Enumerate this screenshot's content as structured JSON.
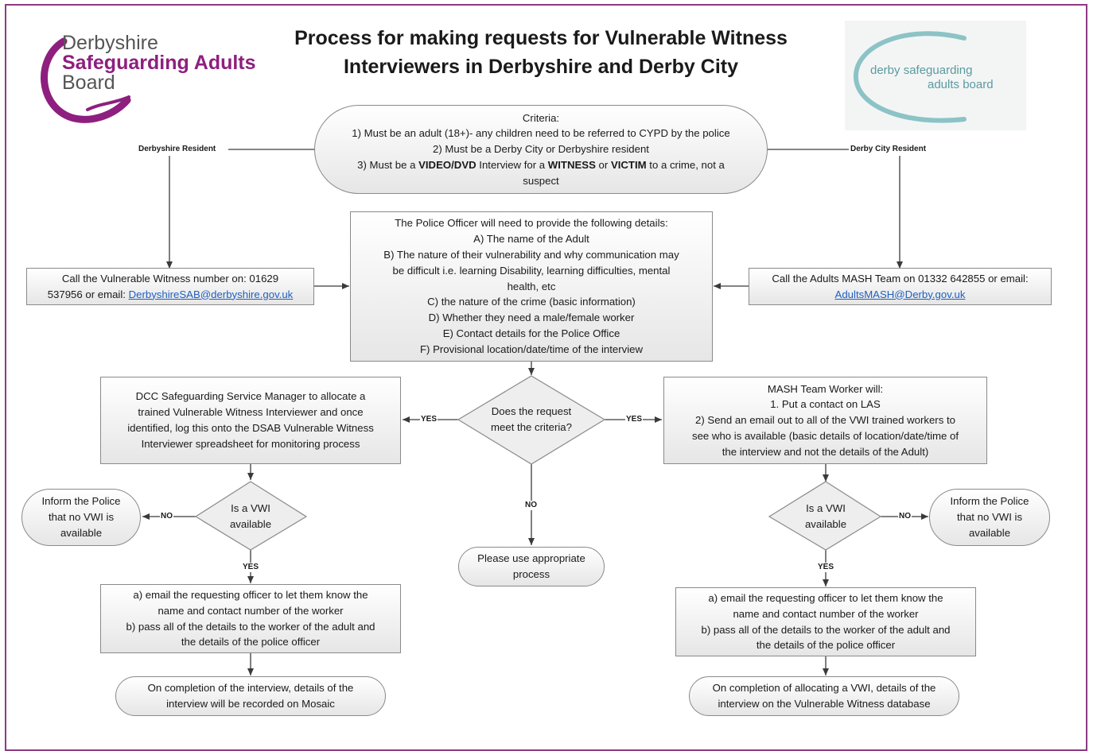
{
  "title": {
    "line1": "Process for making requests for Vulnerable Witness",
    "line2": "Interviewers in Derbyshire and Derby City"
  },
  "logos": {
    "left": {
      "line1": "Derbyshire",
      "line2": "Safeguarding Adults",
      "line3": "Board"
    },
    "right": {
      "line1": "derby safeguarding",
      "line2": "adults board"
    }
  },
  "colors": {
    "frame": "#8e3a82",
    "brand_purple": "#8e1f7f",
    "derby_teal": "#5a9aa0",
    "link": "#1f5fbf"
  },
  "criteria": {
    "lines": [
      "Criteria:",
      "1) Must be an adult (18+)- any children need to be referred to CYPD by the police",
      "2) Must be a Derby City or Derbyshire resident"
    ],
    "line3_pre": "3) Must be a ",
    "line3_b1": "VIDEO/DVD",
    "line3_mid1": " Interview for a ",
    "line3_b2": "WITNESS",
    "line3_mid2": " or ",
    "line3_b3": "VICTIM",
    "line3_post": " to a crime, not a",
    "line4": "suspect"
  },
  "labels": {
    "derbyshire_resident": "Derbyshire Resident",
    "derby_city_resident": "Derby City Resident",
    "yes": "YES",
    "no": "NO"
  },
  "left_call": {
    "line1": "Call the Vulnerable Witness number on: 01629",
    "line2_pre": "537956 or email: ",
    "email": "DerbyshireSAB@derbyshire.gov.uk"
  },
  "right_call": {
    "line1": "Call the Adults MASH Team on 01332 642855 or email:",
    "email": "AdultsMASH@Derby.gov.uk"
  },
  "police_details": {
    "lines": [
      "The Police Officer will need to provide the following details:",
      "A) The name of the Adult",
      "B) The nature of their vulnerability and why communication may",
      "be difficult i.e. learning Disability, learning difficulties, mental",
      "health, etc",
      "C) the nature of the crime (basic information)",
      "D) Whether they need a male/female worker",
      "E) Contact details for the Police Office",
      "F) Provisional location/date/time of the interview"
    ]
  },
  "decision_main": {
    "line1": "Does the request",
    "line2": "meet the criteria?"
  },
  "dcc_manager": {
    "lines": [
      "DCC Safeguarding Service Manager to allocate a",
      "trained Vulnerable Witness Interviewer and once",
      "identified, log this onto the DSAB Vulnerable Witness",
      "Interviewer spreadsheet for monitoring process"
    ]
  },
  "mash_worker": {
    "lines": [
      "MASH Team Worker will:",
      "1. Put a contact on LAS",
      "2) Send an email out to all of the VWI trained workers to",
      "see who is available (basic details of location/date/time of",
      "the interview and not the details of the Adult)"
    ]
  },
  "vwi_left": {
    "line1": "Is a VWI",
    "line2": "available"
  },
  "vwi_right": {
    "line1": "Is a VWI",
    "line2": "available"
  },
  "inform_left": {
    "lines": [
      "Inform the Police",
      "that no VWI is",
      "available"
    ]
  },
  "inform_right": {
    "lines": [
      "Inform the Police",
      "that no VWI is",
      "available"
    ]
  },
  "appropriate": {
    "line1": "Please use appropriate",
    "line2": "process"
  },
  "email_left": {
    "lines": [
      "a) email the requesting officer to let them know the",
      "name and contact number of the worker",
      "b) pass all of the details to the worker of the adult and",
      "the details of the police officer"
    ]
  },
  "email_right": {
    "lines": [
      "a) email the requesting officer to let them know the",
      "name and contact number of the worker",
      "b) pass all of the details to the worker of the adult and",
      "the details of the police officer"
    ]
  },
  "completion_left": {
    "line1": "On completion of the interview, details of the",
    "line2": "interview will be recorded on Mosaic"
  },
  "completion_right": {
    "line1": "On completion of allocating a VWI, details of the",
    "line2": "interview on the Vulnerable Witness database"
  }
}
